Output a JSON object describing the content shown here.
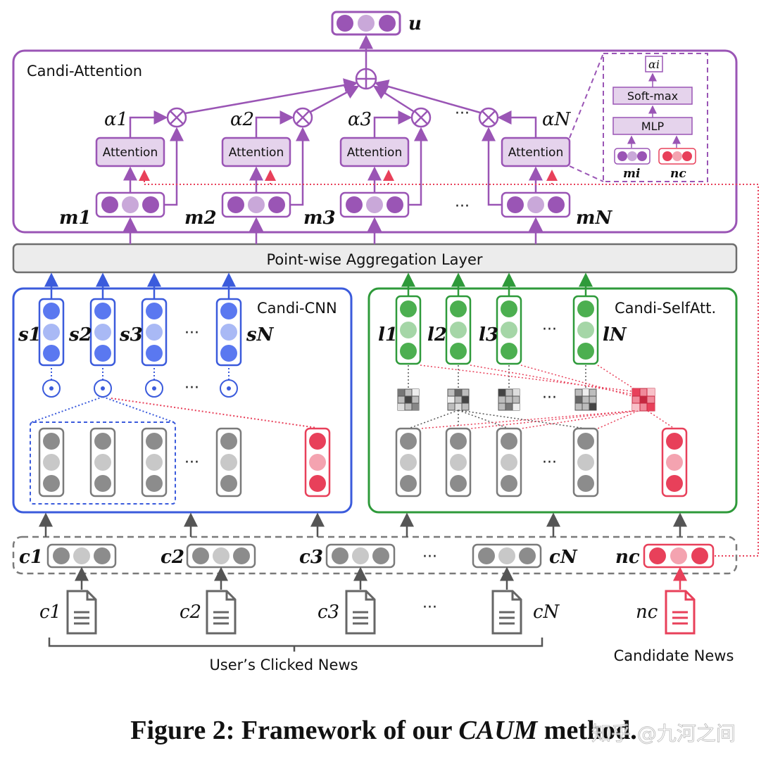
{
  "output_label": "u",
  "candi_attention": {
    "title": "Candi-Attention",
    "attention_label": "Attention",
    "alphas": [
      "α1",
      "α2",
      "α3",
      "αN"
    ],
    "m_labels": [
      "m1",
      "m2",
      "m3",
      "mN"
    ],
    "detail": {
      "alpha_i": "αi",
      "softmax": "Soft-max",
      "mlp": "MLP",
      "m_i": "mi",
      "n_c": "nc"
    }
  },
  "aggregation": {
    "label": "Point-wise Aggregation Layer"
  },
  "candi_cnn": {
    "title": "Candi-CNN",
    "s_labels": [
      "s1",
      "s2",
      "s3",
      "sN"
    ]
  },
  "candi_selfatt": {
    "title": "Candi-SelfAtt.",
    "l_labels": [
      "l1",
      "l2",
      "l3",
      "lN"
    ]
  },
  "encoding_row": {
    "c_labels": [
      "c1",
      "c2",
      "c3",
      "cN"
    ],
    "candidate_label": "nc"
  },
  "documents": {
    "c_labels": [
      "c1",
      "c2",
      "c3",
      "cN"
    ],
    "candidate_label": "nc"
  },
  "ellipsis": "···",
  "clicked_news_label": "User’s Clicked News",
  "candidate_news_label": "Candidate News",
  "caption": {
    "prefix": "Figure 2: Framework of our ",
    "method": "CAUM",
    "suffix": " method."
  },
  "watermark": "知乎 @九河之间",
  "colors": {
    "purple": "#9a55b5",
    "purple_fill": "#e5d3ec",
    "blue": "#3b5bdc",
    "green": "#2e9a3a",
    "red": "#e8405a",
    "gray": "#7a7a7a",
    "agg_fill": "#ececec"
  }
}
